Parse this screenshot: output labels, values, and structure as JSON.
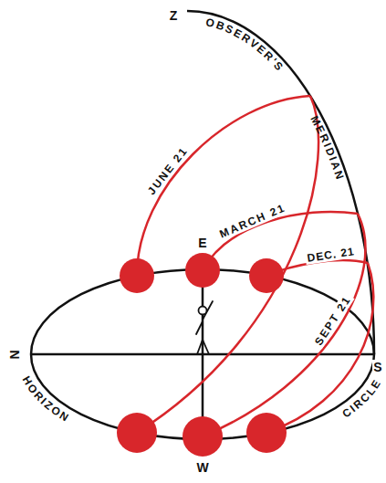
{
  "diagram": {
    "labels": [
      "Z",
      "OBSERVER'S MERIDIAN",
      "JUNE 21",
      "MARCH 21",
      "DEC. 21",
      "SEPT 21",
      "E",
      "N",
      "HORIZON CIRCLE",
      "S",
      "W"
    ]
  }
}
